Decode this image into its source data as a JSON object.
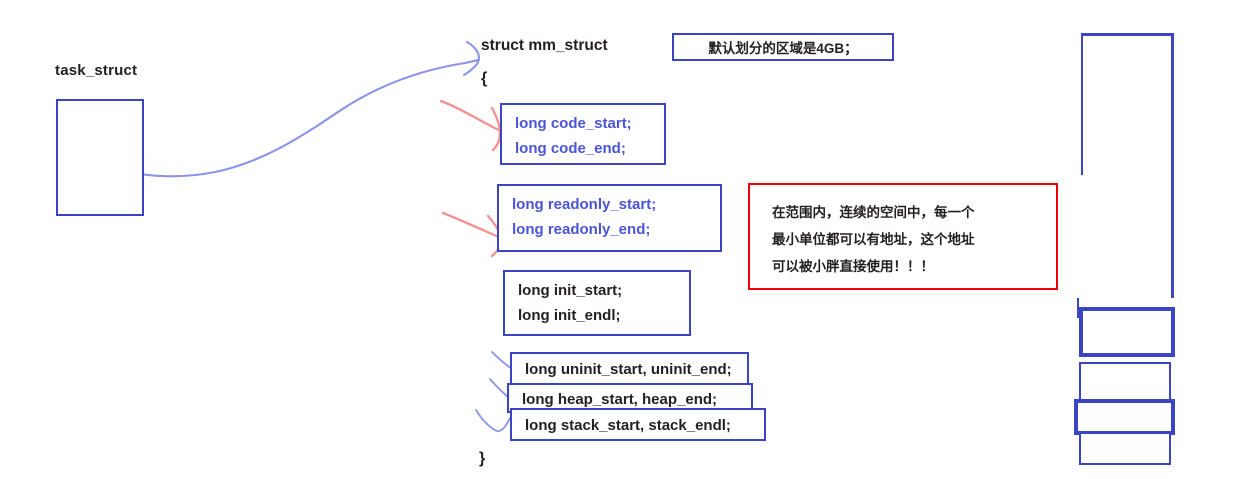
{
  "diagram": {
    "title_label": "task_struct",
    "struct": {
      "header": "struct mm_struct",
      "open_brace": "{",
      "close_brace": "}",
      "field_groups": [
        {
          "name": "code",
          "color": "#4a54d6",
          "lines": [
            "long code_start;",
            "long code_end;"
          ]
        },
        {
          "name": "readonly",
          "color": "#4a54d6",
          "lines": [
            "long readonly_start;",
            "long readonly_end;"
          ]
        },
        {
          "name": "init",
          "color": "#231f20",
          "lines": [
            "long init_start;",
            "long init_endl;"
          ]
        },
        {
          "name": "uninit",
          "color": "#231f20",
          "lines": [
            "long uninit_start, uninit_end;"
          ]
        },
        {
          "name": "heap",
          "color": "#231f20",
          "lines": [
            "long heap_start, heap_end;"
          ]
        },
        {
          "name": "stack",
          "color": "#231f20",
          "lines": [
            "long stack_start, stack_endl;"
          ]
        }
      ]
    },
    "notes": [
      {
        "id": "default-region-size",
        "border_color": "#3b45c4",
        "text": "默认划分的区域是4GB；"
      },
      {
        "id": "address-usage",
        "border_color": "#f00000",
        "lines": [
          "在范围内，连续的空间中，每一个",
          "最小单位都可以有地址，这个地址",
          "可以被小胖直接使用！！！"
        ]
      }
    ],
    "colors": {
      "blue_stroke": "#3b45c4",
      "blue_text": "#4a54d6",
      "red_stroke": "#f00000",
      "pen_blue": "#8a93e8",
      "pen_red": "#f4908f",
      "ink_black": "#231f20",
      "background": "#ffffff"
    },
    "annotations": {
      "pointer_curve": "curved-arrow-task-struct-to-mm-struct",
      "red_marks": [
        "red-arrow-to-code-block",
        "red-arrow-to-readonly-block"
      ],
      "blue_ticks": [
        "tick-uninit",
        "tick-heap",
        "tick-stack"
      ]
    },
    "memory_column": {
      "name": "address-space-column",
      "segments": [
        "segment-1",
        "segment-2",
        "segment-3",
        "segment-4"
      ]
    }
  }
}
